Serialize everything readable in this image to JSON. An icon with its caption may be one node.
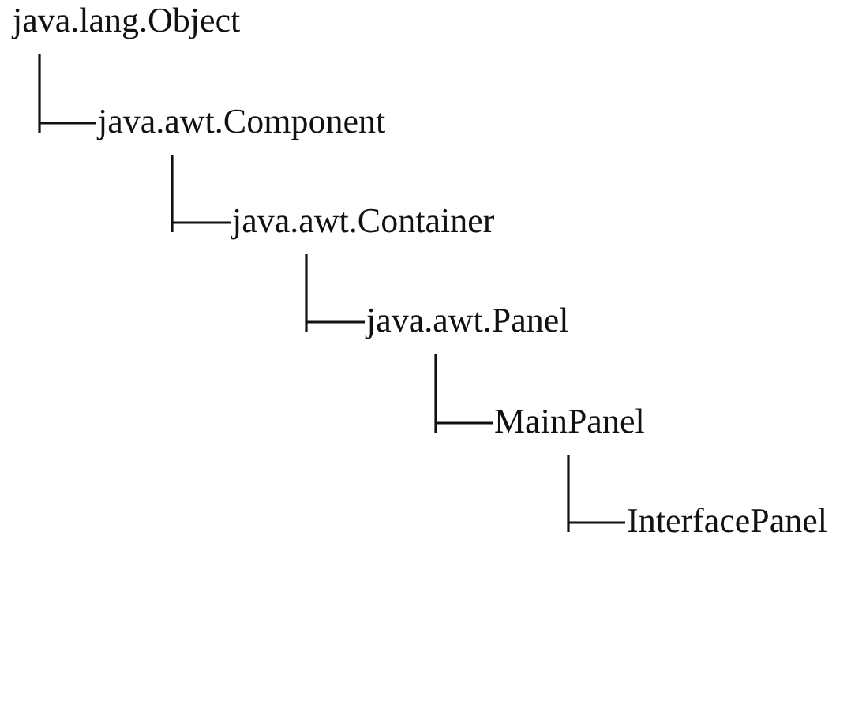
{
  "diagram": {
    "nodes": [
      {
        "text": [
          "java.lang.Object"
        ]
      },
      {
        "text": [
          "java.awt.Component"
        ]
      },
      {
        "text": [
          "java.awt.Container"
        ]
      },
      {
        "text": [
          "java.awt.Panel"
        ]
      },
      {
        "text": [
          "MainPanel"
        ]
      },
      {
        "text": [
          "InterfacePanel"
        ]
      }
    ],
    "edges": [
      {
        "from": 0,
        "to": 1,
        "arrow": "none"
      },
      {
        "from": 1,
        "to": 2,
        "arrow": "none"
      },
      {
        "from": 2,
        "to": 3,
        "arrow": "none"
      },
      {
        "from": 3,
        "to": 4,
        "arrow": "none"
      },
      {
        "from": 4,
        "to": 5,
        "arrow": "none"
      }
    ]
  }
}
